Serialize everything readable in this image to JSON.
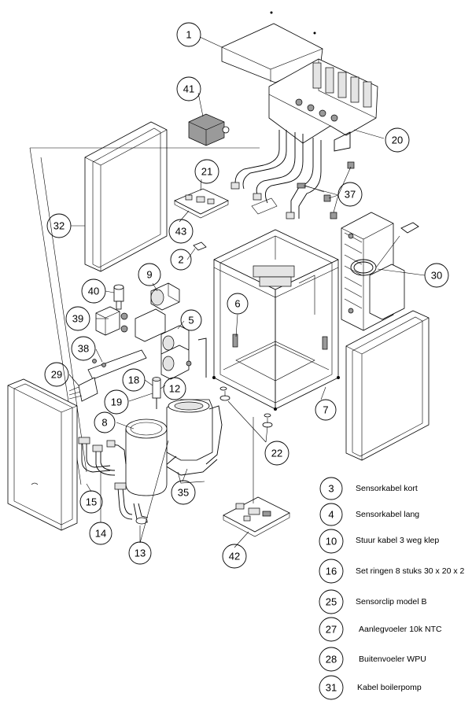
{
  "callouts": [
    {
      "id": "c1",
      "label": "1"
    },
    {
      "id": "c41",
      "label": "41"
    },
    {
      "id": "c20",
      "label": "20"
    },
    {
      "id": "c21",
      "label": "21"
    },
    {
      "id": "c37",
      "label": "37"
    },
    {
      "id": "c32",
      "label": "32"
    },
    {
      "id": "c43",
      "label": "43"
    },
    {
      "id": "c2",
      "label": "2"
    },
    {
      "id": "c9",
      "label": "9"
    },
    {
      "id": "c30",
      "label": "30"
    },
    {
      "id": "c40",
      "label": "40"
    },
    {
      "id": "c6",
      "label": "6"
    },
    {
      "id": "c39",
      "label": "39"
    },
    {
      "id": "c5",
      "label": "5"
    },
    {
      "id": "c38",
      "label": "38"
    },
    {
      "id": "c29",
      "label": "29"
    },
    {
      "id": "c18",
      "label": "18"
    },
    {
      "id": "c12",
      "label": "12"
    },
    {
      "id": "c19",
      "label": "19"
    },
    {
      "id": "c7",
      "label": "7"
    },
    {
      "id": "c8",
      "label": "8"
    },
    {
      "id": "c22",
      "label": "22"
    },
    {
      "id": "c35",
      "label": "35"
    },
    {
      "id": "c15",
      "label": "15"
    },
    {
      "id": "c14",
      "label": "14"
    },
    {
      "id": "c13",
      "label": "13"
    },
    {
      "id": "c42",
      "label": "42"
    }
  ],
  "legend": [
    {
      "number": "3",
      "description": "Sensorkabel kort"
    },
    {
      "number": "4",
      "description": "Sensorkabel lang"
    },
    {
      "number": "10",
      "description": "Stuur kabel 3 weg klep"
    },
    {
      "number": "16",
      "description": "Set ringen 8 stuks 30 x 20 x 2"
    },
    {
      "number": "25",
      "description": "Sensorclip model B"
    },
    {
      "number": "27",
      "description": "Aanlegvoeler 10k NTC"
    },
    {
      "number": "28",
      "description": "Buitenvoeler WPU"
    },
    {
      "number": "31",
      "description": "Kabel boilerpomp"
    }
  ]
}
